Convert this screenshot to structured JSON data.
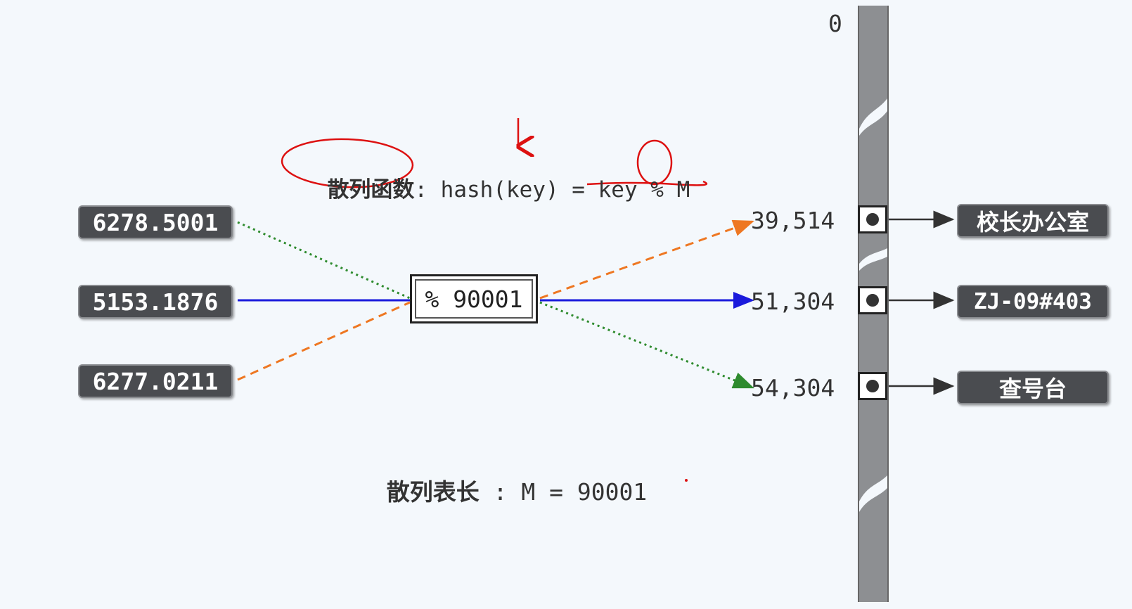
{
  "hash_function": {
    "label": "散列函数",
    "separator": ":",
    "expression": "hash(key) = key % M"
  },
  "table_length": {
    "label": "散列表长",
    "separator": ":",
    "expression": "M = 90001"
  },
  "hash_operation": "% 90001",
  "table_top_index": "0",
  "keys": [
    "6278.5001",
    "5153.1876",
    "6277.0211"
  ],
  "addresses": [
    "39,514",
    "51,304",
    "54,304"
  ],
  "values": [
    "校长办公室",
    "ZJ-09#403",
    "查号台"
  ],
  "colors": {
    "dotted_green": "#2e8b2e",
    "solid_blue": "#1a1adc",
    "dashed_orange": "#ee7722",
    "annotation_red": "#dd1111",
    "bucket_gray": "#8d8f92"
  }
}
